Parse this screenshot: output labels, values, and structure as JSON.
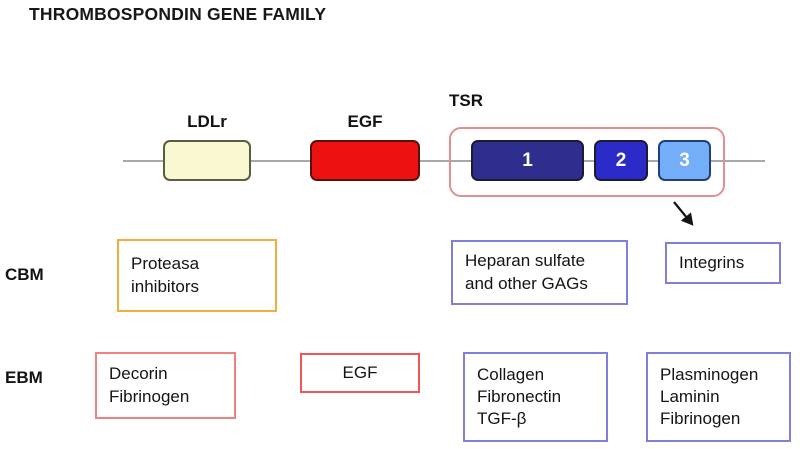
{
  "figure": {
    "title": "THROMBOSPONDIN GENE FAMILY",
    "type": "protein-domain-ligand-diagram"
  },
  "backbone": {
    "color": "#a8a8a8"
  },
  "domains": [
    {
      "name": "LDLr",
      "label": "LDLr",
      "fill": "#f9f8d0",
      "stroke": "#5d5c42"
    },
    {
      "name": "EGF",
      "label": "EGF",
      "fill": "#ee1111",
      "stroke": "#5a1010"
    }
  ],
  "tsr": {
    "group_label": "TSR",
    "container_stroke": "#e09090",
    "repeats": [
      {
        "label": "1",
        "fill": "#2e2e8f"
      },
      {
        "label": "2",
        "fill": "#2a2ac8"
      },
      {
        "label": "3",
        "fill": "#74aef8"
      }
    ],
    "arrow": {
      "name": "tsr3-to-integrins-arrow",
      "color": "#141414",
      "from": "TSR repeat 3",
      "to": "Integrins"
    }
  },
  "rows": [
    {
      "id": "cbm",
      "label": "CBM",
      "boxes": [
        {
          "name": "proteasa-inhibitors",
          "lines": [
            "Proteasa",
            "inhibitors"
          ],
          "stroke": "#f0ae3e",
          "align": "left"
        },
        {
          "name": "heparan-sulfate-gags",
          "lines": [
            "Heparan sulfate",
            "and other GAGs"
          ],
          "stroke": "#8080d8",
          "align": "left"
        },
        {
          "name": "integrins",
          "lines": [
            "Integrins"
          ],
          "stroke": "#8080d8",
          "align": "left"
        }
      ]
    },
    {
      "id": "ebm",
      "label": "EBM",
      "boxes": [
        {
          "name": "decorin-fibrinogen",
          "lines": [
            "Decorin",
            "Fibrinogen"
          ],
          "stroke": "#ef8181",
          "align": "left"
        },
        {
          "name": "egf-ligand",
          "lines": [
            "EGF"
          ],
          "stroke": "#f25555",
          "align": "center"
        },
        {
          "name": "collagen-fibronectin-tgfb",
          "lines": [
            "Collagen",
            "Fibronectin",
            "TGF-β"
          ],
          "stroke": "#8080d8",
          "align": "left"
        },
        {
          "name": "plasminogen-laminin-fibrinogen",
          "lines": [
            "Plasminogen",
            "Laminin",
            "Fibrinogen"
          ],
          "stroke": "#8080d8",
          "align": "left"
        }
      ]
    }
  ]
}
